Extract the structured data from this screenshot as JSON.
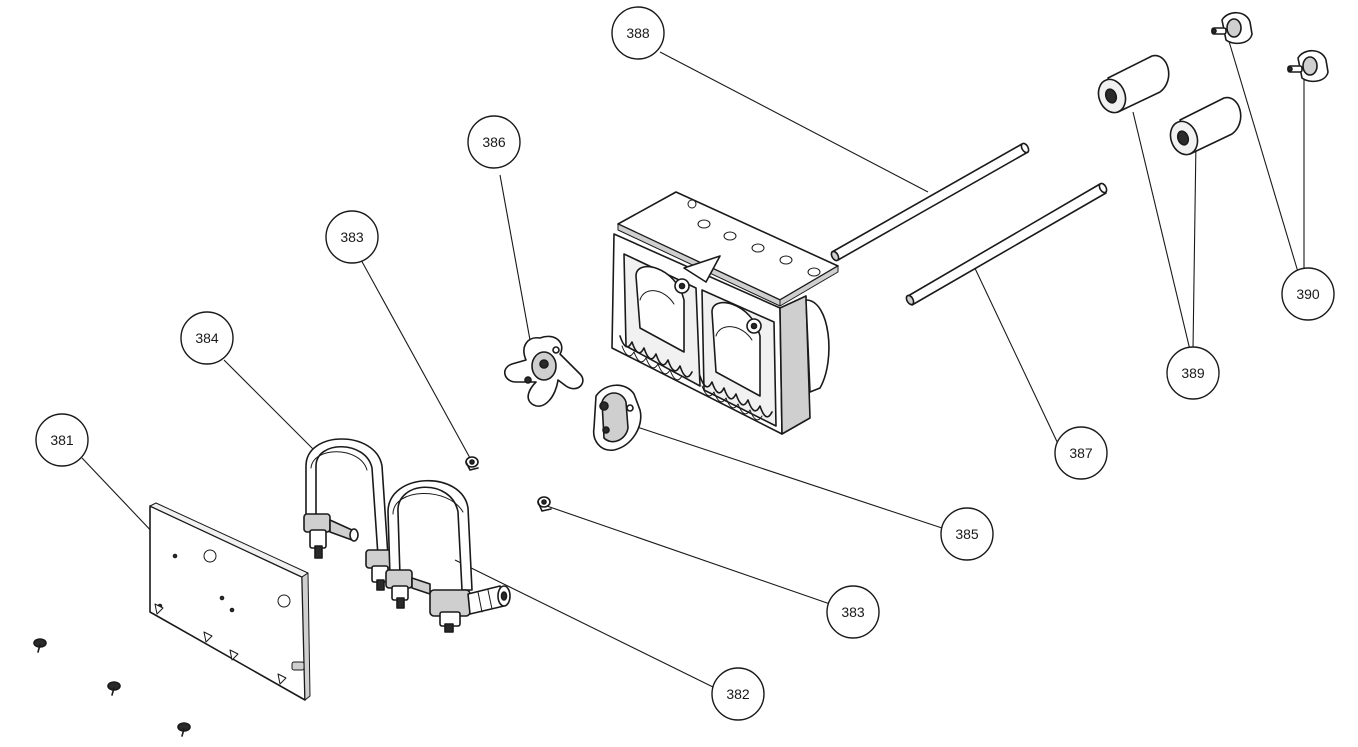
{
  "callouts": [
    {
      "id": "c381",
      "label": "381"
    },
    {
      "id": "c382",
      "label": "382"
    },
    {
      "id": "c383a",
      "label": "383"
    },
    {
      "id": "c383b",
      "label": "383"
    },
    {
      "id": "c384",
      "label": "384"
    },
    {
      "id": "c385",
      "label": "385"
    },
    {
      "id": "c386",
      "label": "386"
    },
    {
      "id": "c387",
      "label": "387"
    },
    {
      "id": "c388",
      "label": "388"
    },
    {
      "id": "c389",
      "label": "389"
    },
    {
      "id": "c390",
      "label": "390"
    }
  ],
  "colors": {
    "background": "#ffffff",
    "ink": "#1a1a1a",
    "shade": "#cfcfcf"
  }
}
